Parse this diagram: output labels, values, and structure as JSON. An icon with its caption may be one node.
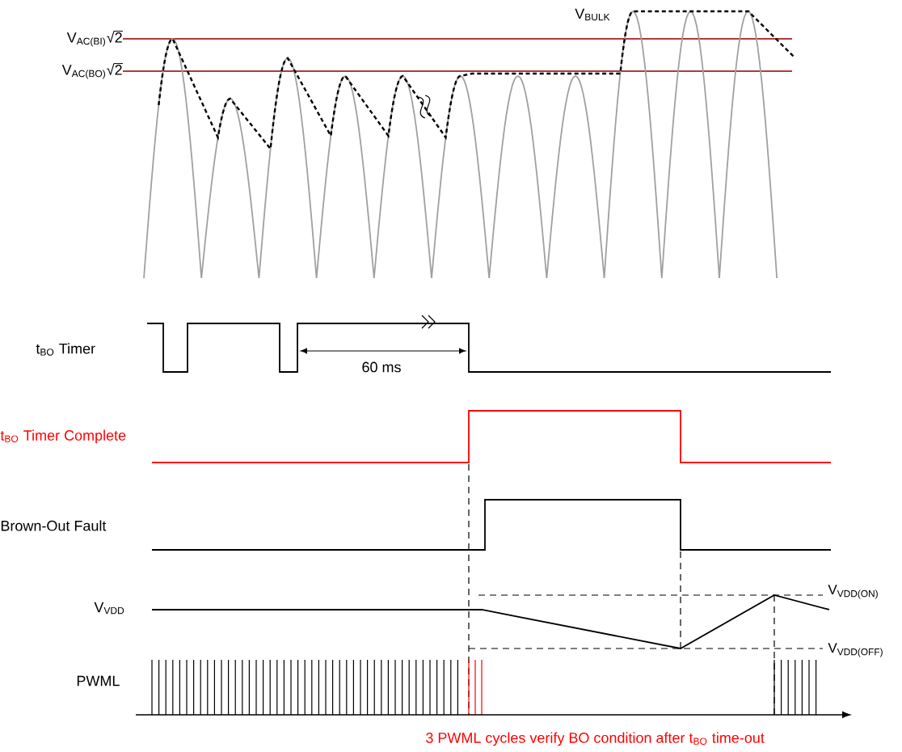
{
  "diagram": {
    "labels": [
      "V$_{AC(BI)}$√2",
      "V$_{AC(BO)}$√2",
      "V$_{BULK}$",
      "t$_{BO}$ Timer",
      "60 ms",
      "t$_{BO}$ Timer Complete",
      "Brown-Out Fault",
      "V$_{VDD}$",
      "V$_{VDD(ON)}$",
      "V$_{VDD(OFF)}$",
      "PWML",
      "3 PWML cycles verify BO condition after t$_{BO}$ time-out"
    ]
  }
}
